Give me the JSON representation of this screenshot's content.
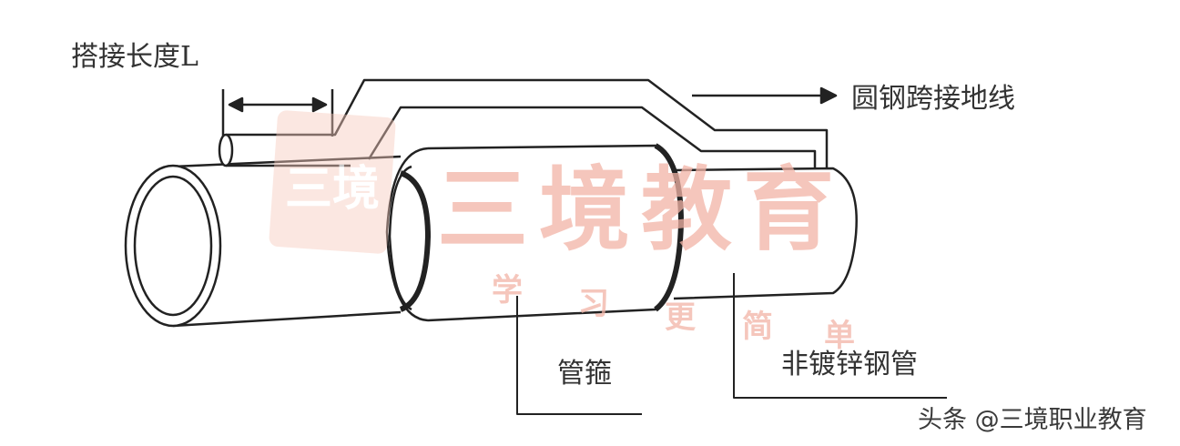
{
  "labels": {
    "lap_length": "搭接长度L",
    "jumper_wire": "圆钢跨接地线",
    "coupling": "管箍",
    "pipe": "非镀锌钢管"
  },
  "watermark": {
    "logo_text": "三境",
    "title": "三境教育",
    "slogan": [
      "学",
      "习",
      "更",
      "简",
      "单"
    ],
    "color": "#f2b4a6"
  },
  "footer": {
    "credit": "头条 @三境职业教育"
  }
}
